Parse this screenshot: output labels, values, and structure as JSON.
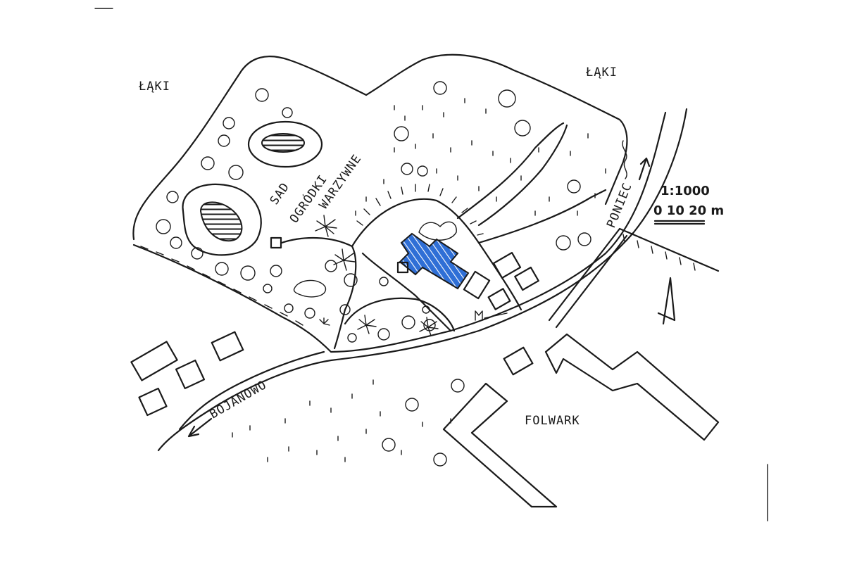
{
  "map": {
    "labels": {
      "meadows_left": "ŁĄKI",
      "meadows_right": "ŁĄKI",
      "orchard": "SAD",
      "vegetable_gardens_1": "OGRÓDKI",
      "vegetable_gardens_2": "WARZYWNE",
      "road_bojanowo": "BOJANOWO",
      "road_poniec": "PONIEC",
      "farm": "FOLWARK"
    },
    "scale": {
      "ratio": "1:1000",
      "bar_label": "0 10 20 m"
    },
    "north_arrow_icon": "north-arrow-icon",
    "colors": {
      "ink": "#1a1a1a",
      "manor_highlight": "#2f6fd6"
    }
  }
}
